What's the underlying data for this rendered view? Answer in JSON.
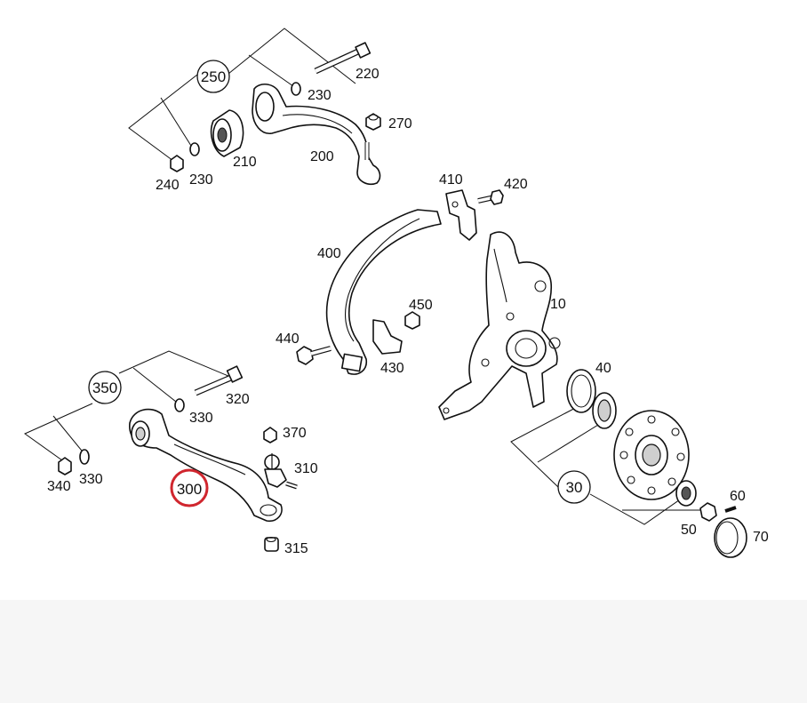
{
  "callouts": {
    "c250": "250",
    "c350": "350",
    "c30": "30",
    "c300": "300"
  },
  "labels": {
    "p220": "220",
    "p230a": "230",
    "p270": "270",
    "p210": "210",
    "p200": "200",
    "p240": "240",
    "p230b": "230",
    "p410": "410",
    "p420": "420",
    "p400": "400",
    "p10": "10",
    "p450": "450",
    "p440": "440",
    "p430": "430",
    "p40": "40",
    "p320": "320",
    "p330a": "330",
    "p370": "370",
    "p310": "310",
    "p340": "340",
    "p330b": "330",
    "p315": "315",
    "p60": "60",
    "p70": "70",
    "p50": "50"
  },
  "colors": {
    "highlight": "#d0262e",
    "ink": "#111111",
    "bottom_band": "#f6f6f6"
  },
  "highlighted_part": "300"
}
